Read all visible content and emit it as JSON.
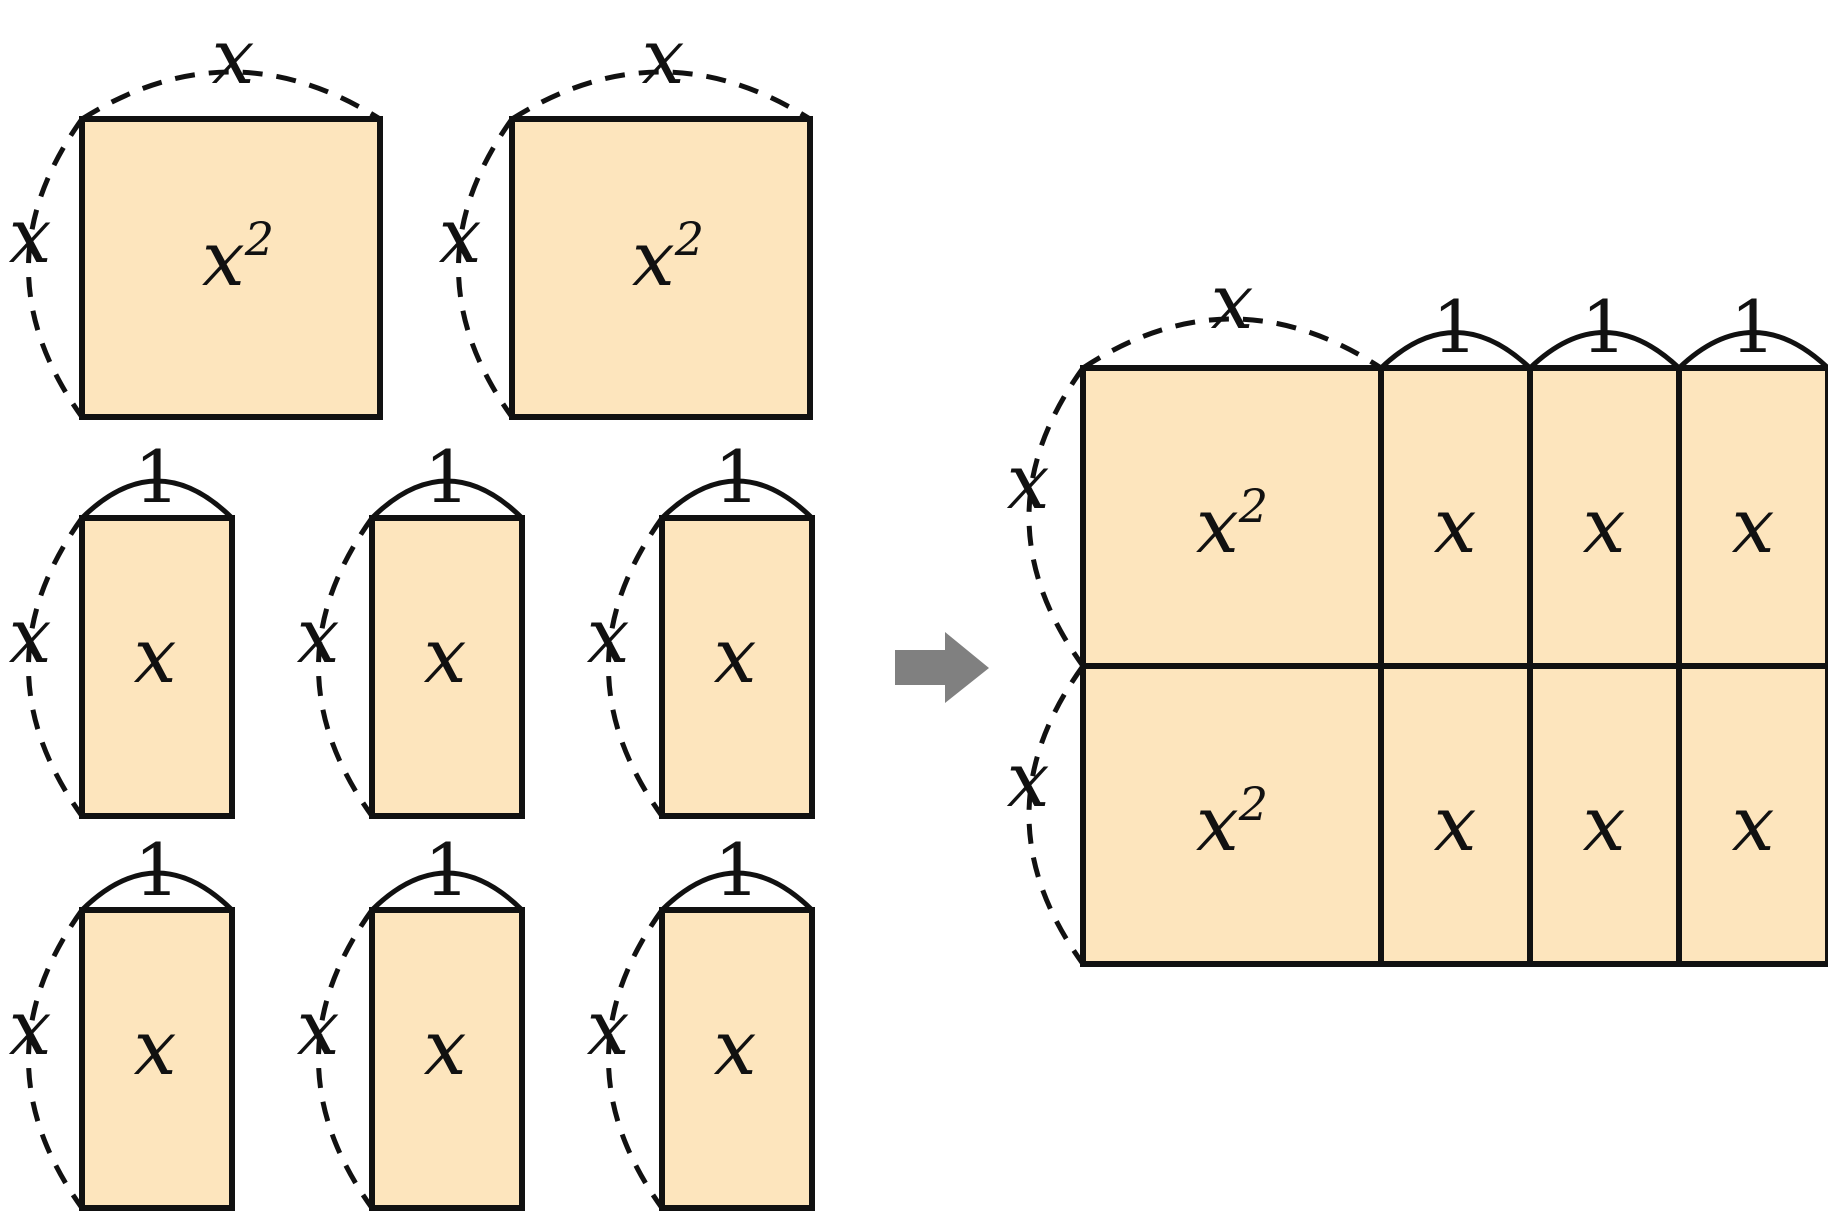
{
  "colors": {
    "tile_fill": "#FDE5BD",
    "outline": "#111111",
    "arrow": "#808080"
  },
  "labels": {
    "variable": "x",
    "square_term": "x",
    "exponent": "2",
    "unit": "1"
  },
  "left": {
    "squares": [
      {
        "area": "x²",
        "side_top": "x",
        "side_left": "x"
      },
      {
        "area": "x²",
        "side_top": "x",
        "side_left": "x"
      }
    ],
    "rectangles": [
      {
        "area": "x",
        "side_top": "1",
        "side_left": "x"
      },
      {
        "area": "x",
        "side_top": "1",
        "side_left": "x"
      },
      {
        "area": "x",
        "side_top": "1",
        "side_left": "x"
      },
      {
        "area": "x",
        "side_top": "1",
        "side_left": "x"
      },
      {
        "area": "x",
        "side_top": "1",
        "side_left": "x"
      },
      {
        "area": "x",
        "side_top": "1",
        "side_left": "x"
      }
    ]
  },
  "arrow_icon": "right-arrow-icon",
  "right": {
    "top_dimensions": [
      "x",
      "1",
      "1",
      "1"
    ],
    "left_dimensions": [
      "x",
      "x"
    ],
    "rows": [
      [
        "x²",
        "x",
        "x",
        "x"
      ],
      [
        "x²",
        "x",
        "x",
        "x"
      ]
    ]
  }
}
